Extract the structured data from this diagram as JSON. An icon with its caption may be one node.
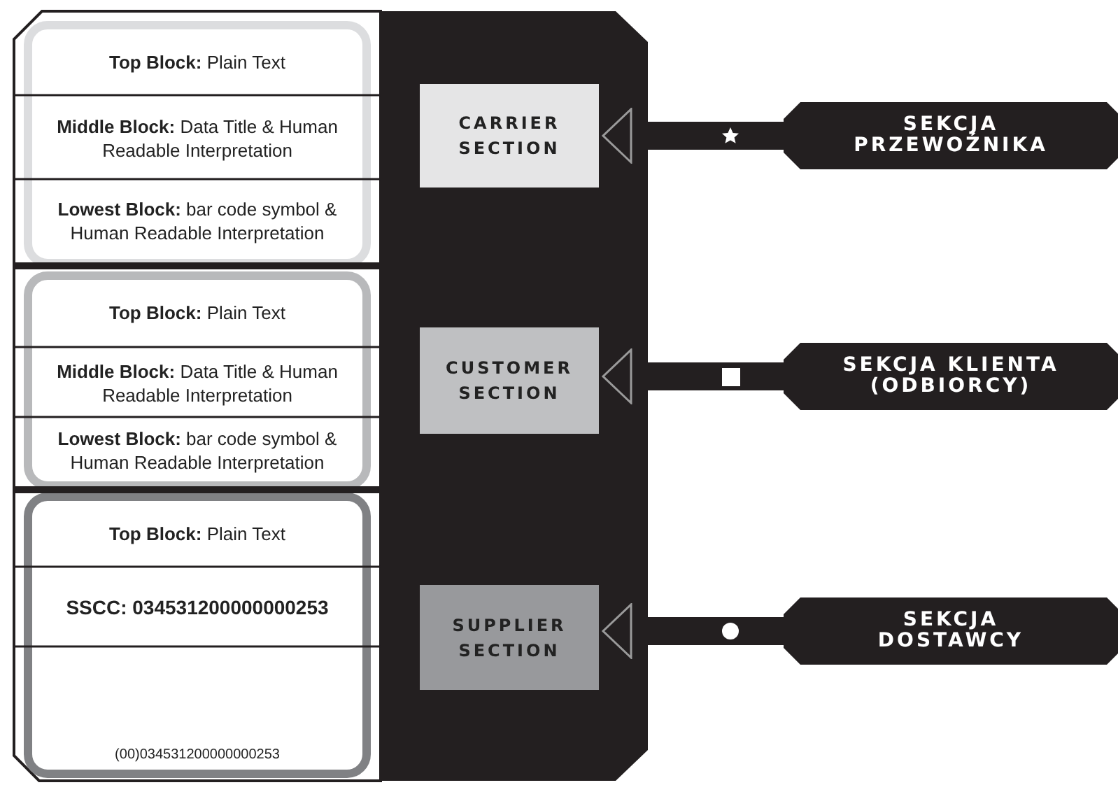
{
  "diagram": {
    "nodes": [
      {
        "text": [
          "**Top Block:** Plain Text"
        ]
      },
      {
        "text": [
          "**Middle Block:** Data Title & Human Readable Interpretation"
        ]
      },
      {
        "text": [
          "**Lowest Block:** bar code symbol & Human Readable Interpretation"
        ]
      },
      {
        "text": [
          "CARRIER SECTION"
        ]
      },
      {
        "text": [
          "**Top Block:** Plain Text"
        ]
      },
      {
        "text": [
          "**Middle Block:** Data Title & Human Readable Interpretation"
        ]
      },
      {
        "text": [
          "**Lowest Block:** bar code symbol & Human Readable Interpretation"
        ]
      },
      {
        "text": [
          "CUSTOMER SECTION"
        ]
      },
      {
        "text": [
          "**Top Block:** Plain Text"
        ]
      },
      {
        "text": [
          "**SSCC: 034531200000000253**"
        ]
      },
      {
        "text": [
          "(00)034531200000000253"
        ]
      },
      {
        "text": [
          "SUPPLIER SECTION"
        ]
      },
      {
        "text": [
          "SEKCJA PRZEWOŹNIKA"
        ]
      },
      {
        "text": [
          "SEKCJA KLIENTA (ODBIORCY)"
        ]
      },
      {
        "text": [
          "SEKCJA DOSTAWCY"
        ]
      }
    ],
    "edges": [
      {
        "from": 12,
        "to": 3,
        "arrow": "to"
      },
      {
        "from": 13,
        "to": 7,
        "arrow": "to"
      },
      {
        "from": 14,
        "to": 11,
        "arrow": "to"
      }
    ]
  }
}
